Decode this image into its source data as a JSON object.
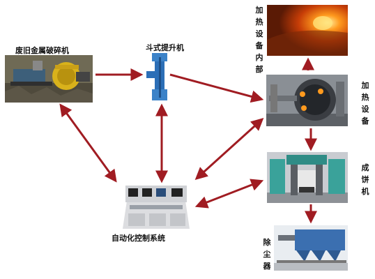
{
  "nodes": {
    "shredder": {
      "label": "废旧金属破碎机"
    },
    "bucket_elevator": {
      "label": "斗式提升机"
    },
    "heating_interior": {
      "label": "加热设备内部"
    },
    "heating_equipment": {
      "label": "加热设备"
    },
    "briquetting": {
      "label": "成饼机"
    },
    "control_system": {
      "label": "自动化控制系统"
    },
    "dust_collector": {
      "label": "除尘器"
    }
  },
  "colors": {
    "arrow": "#a01c22",
    "arrow_dark": "#7a0c12"
  }
}
